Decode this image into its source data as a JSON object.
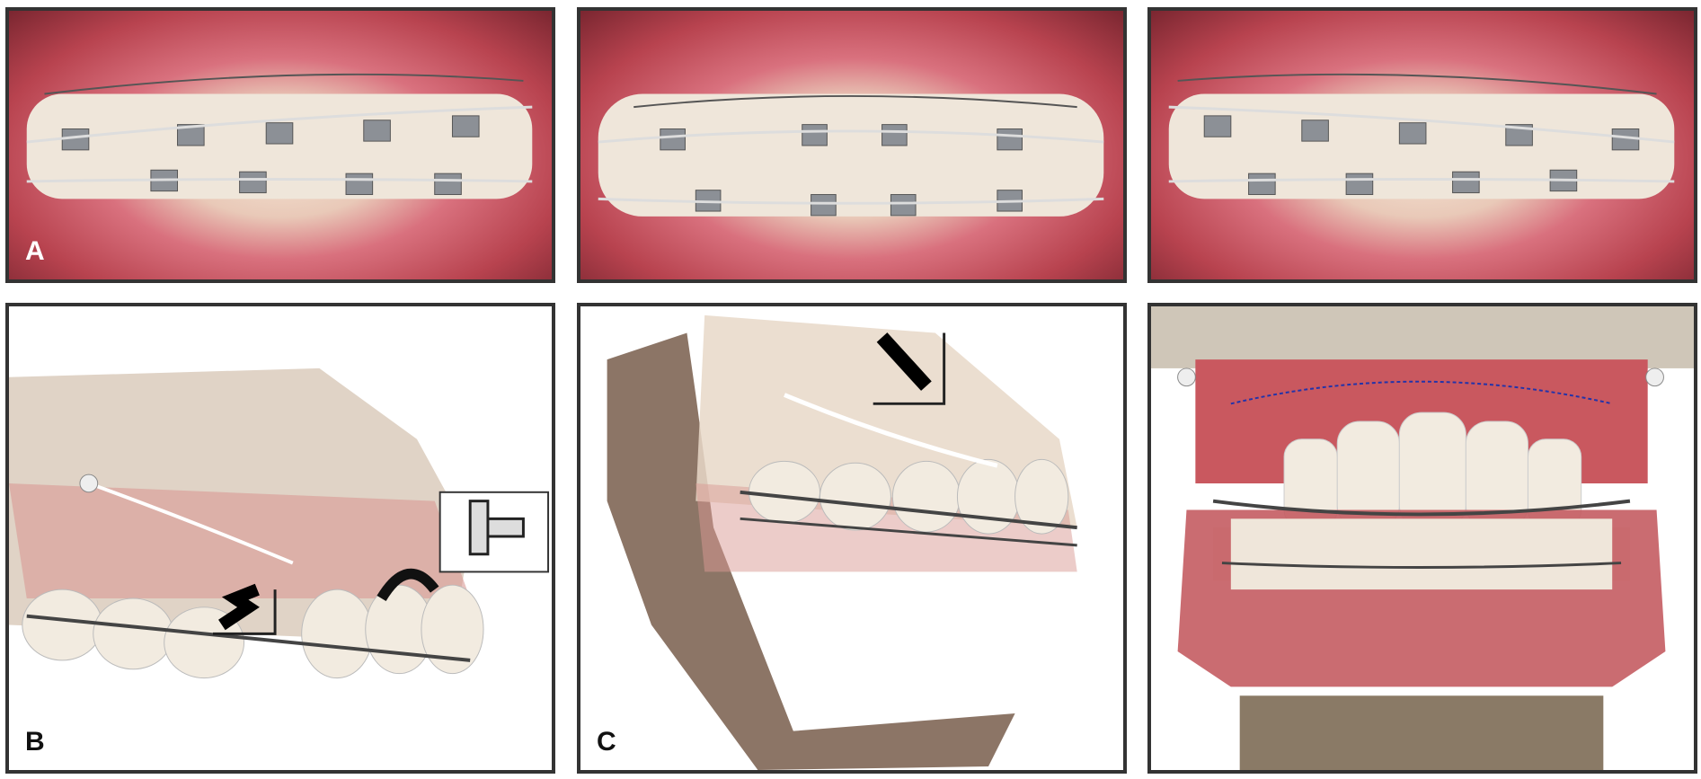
{
  "figure": {
    "panels": [
      {
        "id": "top-left",
        "label": "A",
        "kind": "intraoral-photo-right"
      },
      {
        "id": "top-center",
        "label": "",
        "kind": "intraoral-photo-frontal"
      },
      {
        "id": "top-right",
        "label": "",
        "kind": "intraoral-photo-left"
      },
      {
        "id": "bottom-left",
        "label": "B",
        "kind": "3d-render-lateral"
      },
      {
        "id": "bottom-center",
        "label": "C",
        "kind": "3d-render-oblique"
      },
      {
        "id": "bottom-right",
        "label": "",
        "kind": "3d-render-frontal"
      }
    ],
    "colors": {
      "gum": "#d9717e",
      "tooth": "#f2ebe0",
      "bracket": "#8c9096",
      "chain": "#ffffff",
      "border": "#333333"
    }
  }
}
